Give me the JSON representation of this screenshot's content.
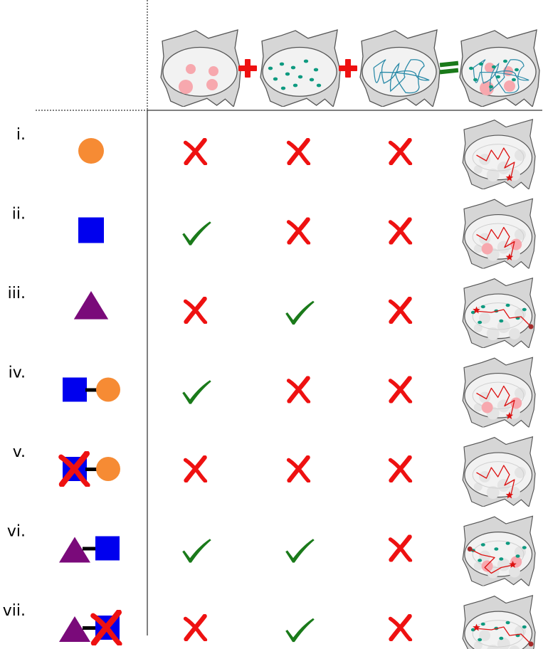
{
  "rows": [
    {
      "label": "i.",
      "shape": "circle",
      "c1": "cross",
      "c2": "cross",
      "c3": "cross",
      "cell": "plain"
    },
    {
      "label": "ii.",
      "shape": "square",
      "c1": "check",
      "c2": "cross",
      "c3": "cross",
      "cell": "pink"
    },
    {
      "label": "iii.",
      "shape": "triangle",
      "c1": "cross",
      "c2": "check",
      "c3": "cross",
      "cell": "teal"
    },
    {
      "label": "iv.",
      "shape": "square-circle",
      "c1": "check",
      "c2": "cross",
      "c3": "cross",
      "cell": "pink"
    },
    {
      "label": "v.",
      "shape": "square-circle-crossed",
      "c1": "cross",
      "c2": "cross",
      "c3": "cross",
      "cell": "plain"
    },
    {
      "label": "vi.",
      "shape": "triangle-square",
      "c1": "check",
      "c2": "check",
      "c3": "cross",
      "cell": "both"
    },
    {
      "label": "vii.",
      "shape": "triangle-square-crossed",
      "c1": "cross",
      "c2": "check",
      "c3": "cross",
      "cell": "teal"
    }
  ],
  "header_cells": [
    "pink-spots",
    "teal-dots",
    "blue-network",
    "combined"
  ],
  "colors": {
    "orange": "#f68b34",
    "blue": "#0000ee",
    "purple": "#7a0a7a",
    "cross": "#ee1111",
    "check": "#1a7a1a",
    "plus": "#ee1111",
    "equals": "#1a7a1a",
    "cell_fill": "#d6d6d6",
    "nucleus_fill": "#f2f2f2",
    "pink": "#f7a8ae",
    "teal": "#0e9a80",
    "network": "#2a8aa8",
    "track": "#dd1111"
  }
}
